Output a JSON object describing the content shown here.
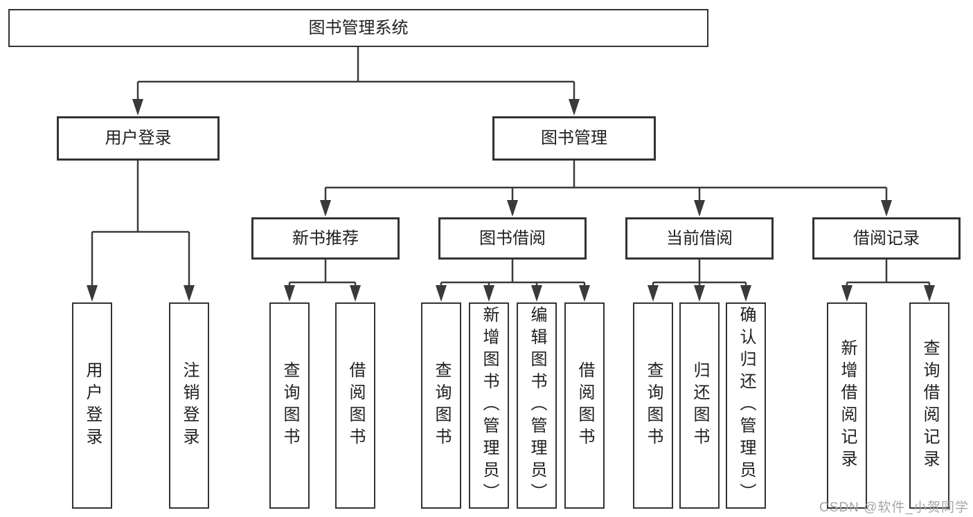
{
  "diagram": {
    "tree": {
      "label": "图书管理系统",
      "children": [
        {
          "label": "用户登录",
          "children": [
            {
              "label": "用户登录"
            },
            {
              "label": "注销登录"
            }
          ]
        },
        {
          "label": "图书管理",
          "children": [
            {
              "label": "新书推荐",
              "children": [
                {
                  "label": "查询图书"
                },
                {
                  "label": "借阅图书"
                }
              ]
            },
            {
              "label": "图书借阅",
              "children": [
                {
                  "label": "查询图书"
                },
                {
                  "label": "新增图书（管理员）"
                },
                {
                  "label": "编辑图书（管理员）"
                },
                {
                  "label": "借阅图书"
                }
              ]
            },
            {
              "label": "当前借阅",
              "children": [
                {
                  "label": "查询图书"
                },
                {
                  "label": "归还图书"
                },
                {
                  "label": "确认归还（管理员）"
                }
              ]
            },
            {
              "label": "借阅记录",
              "children": [
                {
                  "label": "新增借阅记录"
                },
                {
                  "label": "查询借阅记录"
                }
              ]
            }
          ]
        }
      ]
    }
  },
  "watermark": {
    "text": "CSDN @软件_小贺同学"
  },
  "colors": {
    "line": "#3a3a3a",
    "box_border": "#333333",
    "text": "#1f1f1f",
    "watermark": "#a6a6a6",
    "background": "#ffffff"
  }
}
